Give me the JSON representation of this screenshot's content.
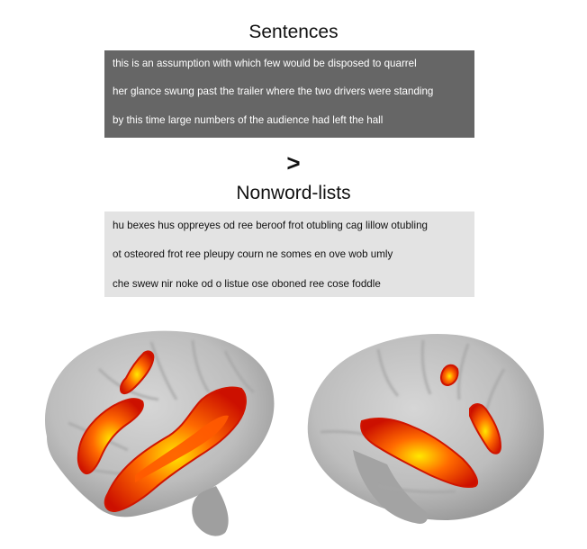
{
  "sentences": {
    "title": "Sentences",
    "lines": [
      "this is an assumption with which few would be disposed to quarrel",
      "her glance swung past the trailer where the two drivers were standing",
      "by this time large numbers of the audience had left the hall"
    ]
  },
  "comparison": ">",
  "nonwords": {
    "title": "Nonword-lists",
    "lines": [
      "hu bexes hus oppreyes od ree beroof frot otubling cag lillow otubling",
      "ot osteored frot ree pleupy courn ne somes en ove wob umly",
      "che swew nir noke od o listue ose oboned ree cose foddle"
    ]
  },
  "colors": {
    "sentence_box": "#666666",
    "nonword_box": "#e3e3e3",
    "brain_surface": "#bdbdbd",
    "activation_low": "#cc1000",
    "activation_mid": "#ff6a00",
    "activation_high": "#ffe800"
  }
}
